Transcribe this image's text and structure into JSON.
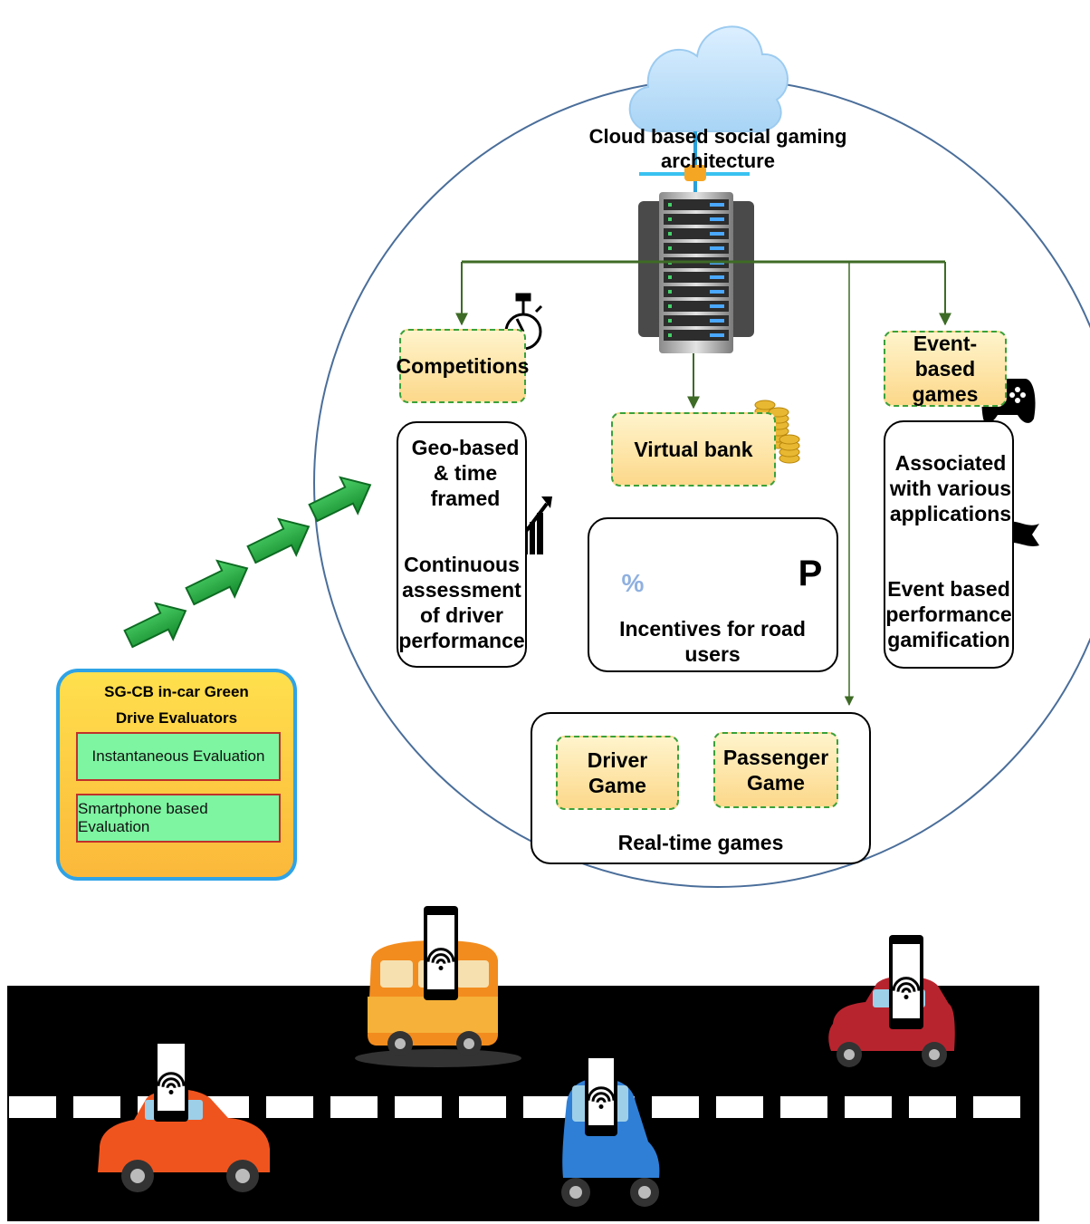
{
  "cloud": {
    "title": "Cloud based social gaming architecture"
  },
  "competitions": {
    "label": "Competitions",
    "detail_1": "Geo-based & time framed",
    "detail_2": "Continuous assessment of driver performance"
  },
  "virtual_bank": {
    "label": "Virtual bank",
    "incentives_label": "Incentives for road users",
    "parking_glyph": "P",
    "discount_glyph": "%"
  },
  "event_games": {
    "label": "Event-based games",
    "detail_1": "Associated with various applications",
    "detail_2": "Event based performance gamification"
  },
  "realtime": {
    "label": "Real-time games",
    "driver_game": "Driver Game",
    "passenger_game": "Passenger Game"
  },
  "evaluators": {
    "title": "SG-CB in-car Green Drive Evaluators",
    "item_1": "Instantaneous Evaluation",
    "item_2": "Smartphone based Evaluation"
  },
  "colors": {
    "tag_fill": "#fcd88a",
    "tag_border": "#3aa13a",
    "evaluator_fill": "#fbc93f",
    "evaluator_border": "#2fa3e6",
    "evaluation_item_fill": "#7df5a1",
    "arrow_green": "#1e9e3c",
    "connector": "#3e6b26",
    "circle": "#4a6e9a",
    "road": "#000000"
  },
  "icons": [
    "cloud-icon",
    "server-icon",
    "stopwatch-icon",
    "coins-icon",
    "gamepad-icon",
    "chart-icon",
    "flag-icon",
    "phone-icon",
    "fuel-pump-icon",
    "car-icon",
    "parking-icon",
    "wifi-icon"
  ]
}
